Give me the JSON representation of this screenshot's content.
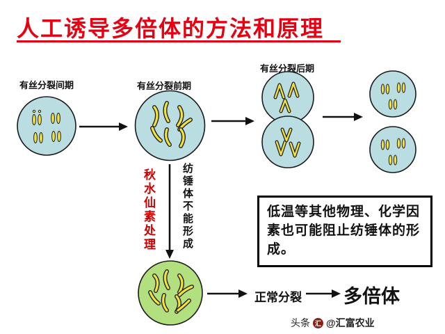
{
  "title": "人工诱导多倍体的方法和原理",
  "stage_labels": {
    "interphase": "有丝分裂间期",
    "prophase": "有丝分裂前期",
    "anaphase": "有丝分裂后期"
  },
  "process_labels": {
    "colchicine_treatment": "秋水仙素处理",
    "spindle_not_formed": "纺锤体不能形成",
    "normal_division": "正常分裂",
    "polyploid": "多倍体"
  },
  "note_box": {
    "text": "低温等其他物理、化学因素也可能阻止纺锤体的形成。"
  },
  "watermark": {
    "prefix": "头条",
    "icon_glyph": "汇",
    "handle": "@汇富农业"
  },
  "colors": {
    "title_red": "#e60012",
    "colchicine_text_red": "#cc0000",
    "cell_fill_blue": "#b9dde0",
    "cell_fill_green": "#b2e07e",
    "chromosome_yellow": "#f2e23c"
  }
}
